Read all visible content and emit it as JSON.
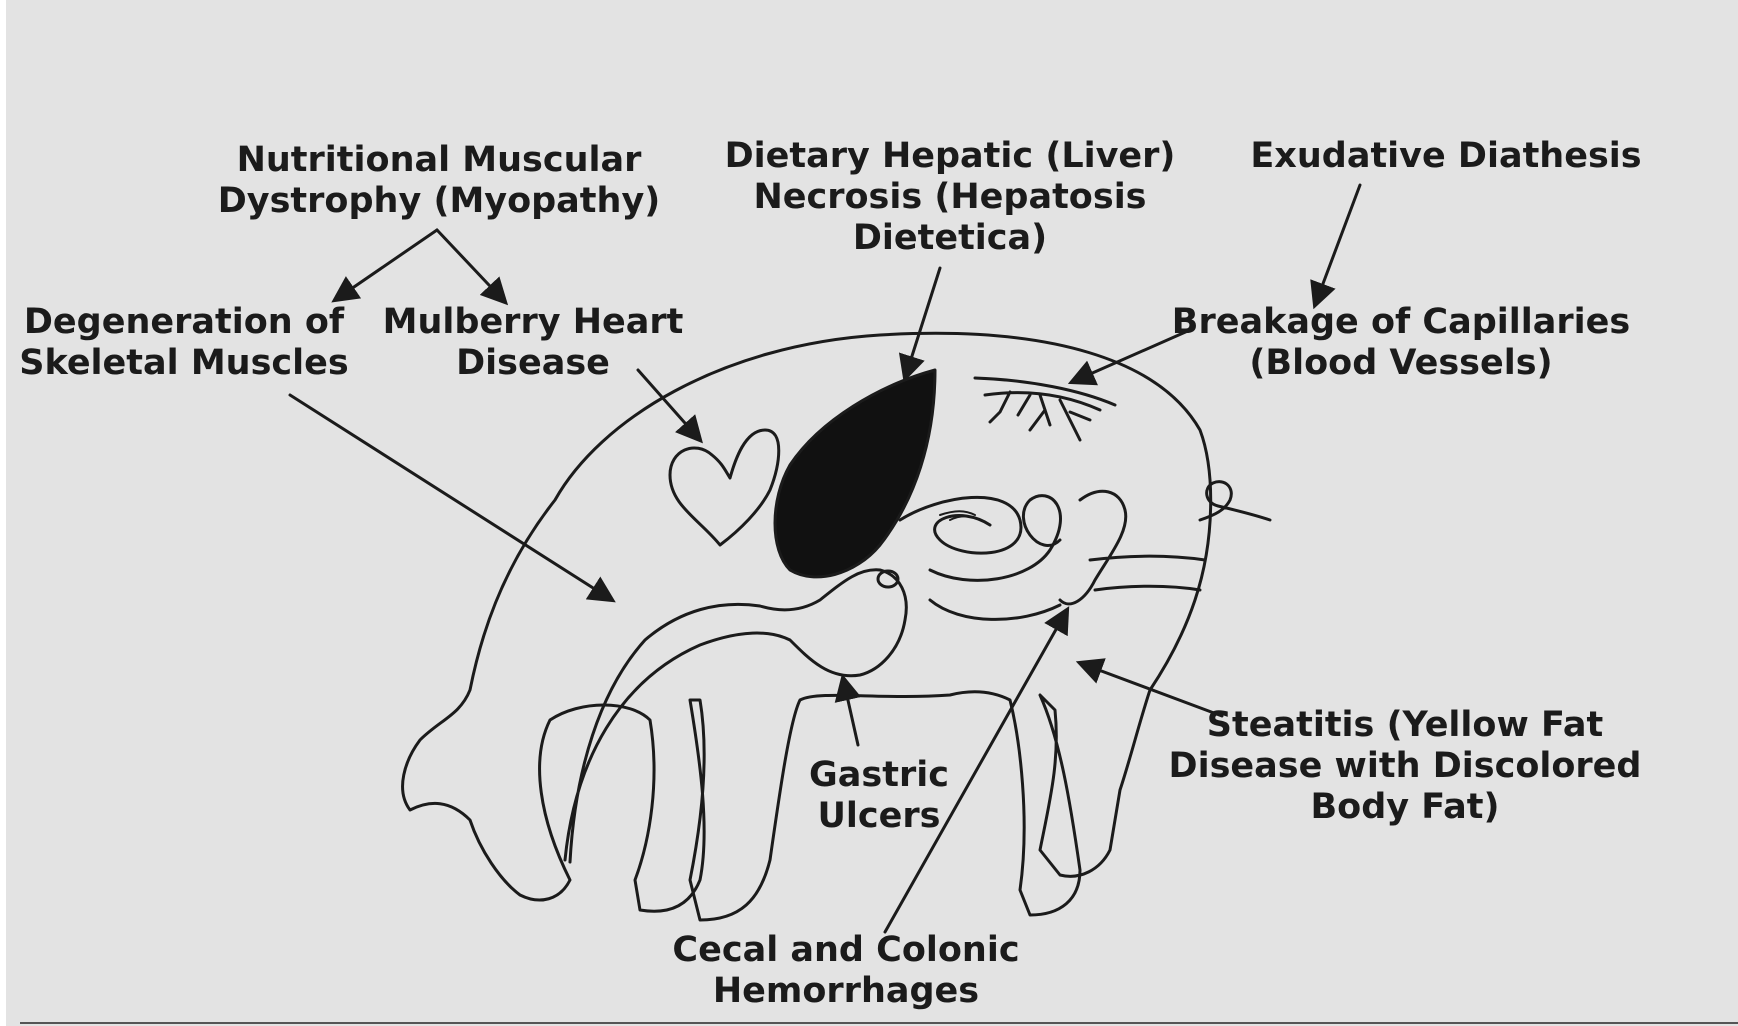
{
  "diagram": {
    "labels": {
      "nutritional_dystrophy": [
        "Nutritional Muscular",
        "Dystrophy (Myopathy)"
      ],
      "skeletal_muscles": [
        "Degeneration of",
        "Skeletal Muscles"
      ],
      "mulberry_heart": [
        "Mulberry Heart",
        "Disease"
      ],
      "hepatic_necrosis": [
        "Dietary Hepatic (Liver)",
        "Necrosis (Hepatosis",
        "Dietetica)"
      ],
      "exudative_diathesis": [
        "Exudative Diathesis"
      ],
      "capillaries": [
        "Breakage of Capillaries",
        "(Blood Vessels)"
      ],
      "steatitis": [
        "Steatitis (Yellow Fat",
        "Disease with Discolored",
        "Body Fat)"
      ],
      "gastric_ulcers": [
        "Gastric",
        "Ulcers"
      ],
      "hemorrhages": [
        "Cecal and Colonic",
        "Hemorrhages"
      ]
    },
    "colors": {
      "background": "#e3e3e3",
      "ink": "#1b1b1b",
      "liver_fill": "#111111"
    },
    "icons": [
      "pig-outline-icon",
      "heart-icon",
      "liver-icon",
      "intestine-icon",
      "stomach-icon",
      "capillaries-icon",
      "arrow-icon"
    ]
  }
}
